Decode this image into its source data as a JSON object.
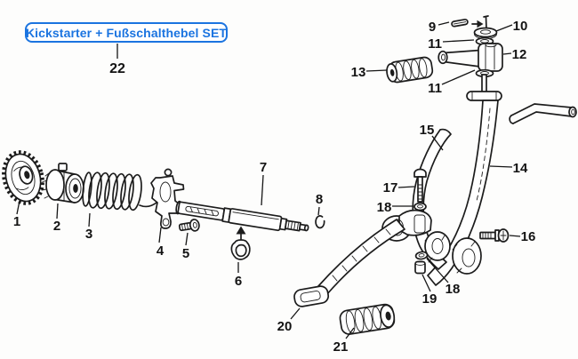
{
  "diagram": {
    "set_label": "Kickstarter + Fußschalthebel SET",
    "set_callout": "22"
  },
  "colors": {
    "accent_blue": "#1b74e0",
    "line_black": "#1c1c1c",
    "background": "#fdfdfc"
  },
  "callouts": [
    "1",
    "2",
    "3",
    "4",
    "5",
    "6",
    "7",
    "8",
    "9",
    "10",
    "11",
    "11",
    "12",
    "13",
    "14",
    "15",
    "16",
    "17",
    "18",
    "18",
    "19",
    "20",
    "21"
  ]
}
